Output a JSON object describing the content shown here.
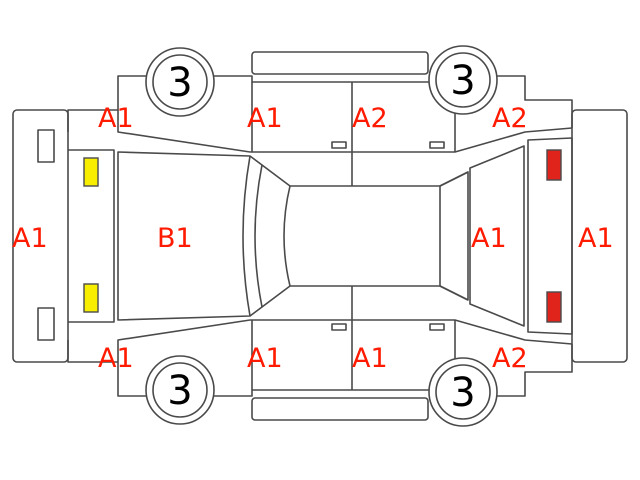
{
  "colors": {
    "line": "#4a4a4a",
    "label": "#ff1a00",
    "front_lamp": "#f7ee00",
    "rear_lamp": "#e0241b",
    "background": "#ffffff"
  },
  "tyres": {
    "front_left": "3",
    "rear_left": "3",
    "front_right": "3",
    "rear_right": "3"
  },
  "labels": {
    "front_bumper": "A1",
    "hood": "B1",
    "left_front_fender": "A1",
    "left_front_door": "A1",
    "left_rear_door": "A2",
    "left_rear_quarter": "A2",
    "right_front_fender": "A1",
    "right_front_door": "A1",
    "right_rear_door": "A1",
    "right_rear_quarter": "A2",
    "trunk": "A1",
    "rear_bumper": "A1"
  }
}
